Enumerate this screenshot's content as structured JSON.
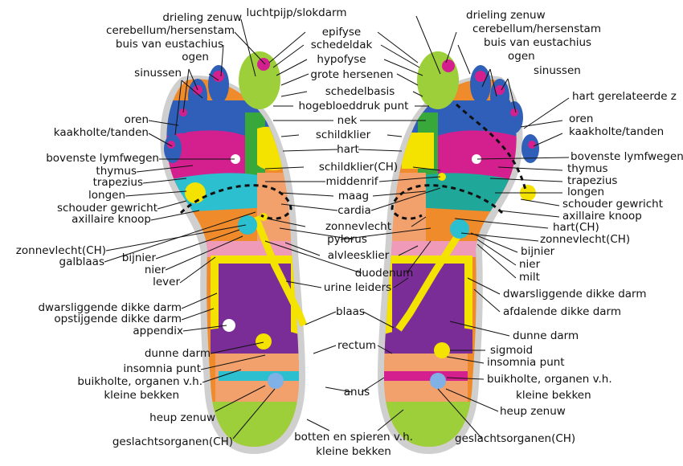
{
  "colors": {
    "background": "#ffffff",
    "purple": "#7a2d96",
    "magenta": "#d4208e",
    "blue": "#2f5fb8",
    "cyan": "#2bbfd0",
    "teal": "#1fa79a",
    "green": "#38a83a",
    "lime": "#9ccf3a",
    "yellow": "#f4e200",
    "orange": "#ef8b2a",
    "salmon": "#f2a06c",
    "pink": "#ee9ab8",
    "grey": "#bcbcbc"
  },
  "labels": [
    {
      "id": "luchtpijp",
      "text": "luchtpijp/slokdarm"
    },
    {
      "id": "drieling-l",
      "text": "drieling zenuw"
    },
    {
      "id": "cerebellum-l",
      "text": "cerebellum/hersenstam"
    },
    {
      "id": "eustachius-l",
      "text": "buis van eustachius"
    },
    {
      "id": "ogen-l",
      "text": "ogen"
    },
    {
      "id": "sinussen-l",
      "text": "sinussen"
    },
    {
      "id": "oren-l",
      "text": "oren"
    },
    {
      "id": "kaakholte-l",
      "text": "kaakholte/tanden"
    },
    {
      "id": "lymf-l",
      "text": "bovenste lymfwegen"
    },
    {
      "id": "thymus-l",
      "text": "thymus"
    },
    {
      "id": "trapezius-l",
      "text": "trapezius"
    },
    {
      "id": "longen-l",
      "text": "longen"
    },
    {
      "id": "schouder-l",
      "text": "schouder gewricht"
    },
    {
      "id": "axillaire-l",
      "text": "axillaire knoop"
    },
    {
      "id": "zonnevlecht-ch-l",
      "text": "zonnevlecht(CH)"
    },
    {
      "id": "galblaas",
      "text": "galblaas"
    },
    {
      "id": "bijnier-l",
      "text": "bijnier"
    },
    {
      "id": "nier-l",
      "text": "nier"
    },
    {
      "id": "lever",
      "text": "lever"
    },
    {
      "id": "dwars-l",
      "text": "dwarsliggende dikke darm"
    },
    {
      "id": "opstijgende",
      "text": "opstijgende dikke darm"
    },
    {
      "id": "appendix",
      "text": "appendix"
    },
    {
      "id": "dunne-darm-l",
      "text": "dunne darm"
    },
    {
      "id": "insomnia-l",
      "text": "insomnia punt"
    },
    {
      "id": "buikholte-l",
      "text": "buikholte, organen v.h."
    },
    {
      "id": "kleine-bekken-l",
      "text": "kleine bekken"
    },
    {
      "id": "heup-l",
      "text": "heup zenuw"
    },
    {
      "id": "geslacht-l",
      "text": "geslachtsorganen(CH)"
    },
    {
      "id": "epifyse",
      "text": "epifyse"
    },
    {
      "id": "schedeldak",
      "text": "schedeldak"
    },
    {
      "id": "hypofyse",
      "text": "hypofyse"
    },
    {
      "id": "grote-hersenen",
      "text": "grote hersenen"
    },
    {
      "id": "schedelbasis",
      "text": "schedelbasis"
    },
    {
      "id": "hogebloeddruk",
      "text": "hogebloeddruk punt"
    },
    {
      "id": "nek",
      "text": "nek"
    },
    {
      "id": "schildklier",
      "text": "schildklier"
    },
    {
      "id": "hart-c",
      "text": "hart"
    },
    {
      "id": "schildklier-ch",
      "text": "schildklier(CH)"
    },
    {
      "id": "middenrif",
      "text": "middenrif"
    },
    {
      "id": "maag",
      "text": "maag"
    },
    {
      "id": "cardia",
      "text": "cardia"
    },
    {
      "id": "zonnevlecht-c",
      "text": "zonnevlecht"
    },
    {
      "id": "pylorus",
      "text": "pylorus"
    },
    {
      "id": "alvleesklier",
      "text": "alvleesklier"
    },
    {
      "id": "duodenum",
      "text": "duodenum"
    },
    {
      "id": "urine-leiders",
      "text": "urine leiders"
    },
    {
      "id": "blaas",
      "text": "blaas"
    },
    {
      "id": "rectum",
      "text": "rectum"
    },
    {
      "id": "anus",
      "text": "anus"
    },
    {
      "id": "botten-1",
      "text": "botten en spieren v.h."
    },
    {
      "id": "botten-2",
      "text": "kleine bekken"
    },
    {
      "id": "drieling-r",
      "text": "drieling zenuw"
    },
    {
      "id": "cerebellum-r",
      "text": "cerebellum/hersenstam"
    },
    {
      "id": "eustachius-r",
      "text": "buis van eustachius"
    },
    {
      "id": "ogen-r",
      "text": "ogen"
    },
    {
      "id": "sinussen-r",
      "text": "sinussen"
    },
    {
      "id": "hart-gerelateerde",
      "text": "hart gerelateerde z"
    },
    {
      "id": "oren-r",
      "text": "oren"
    },
    {
      "id": "kaakholte-r",
      "text": "kaakholte/tanden"
    },
    {
      "id": "lymf-r",
      "text": "bovenste lymfwegen"
    },
    {
      "id": "thymus-r",
      "text": "thymus"
    },
    {
      "id": "trapezius-r",
      "text": "trapezius"
    },
    {
      "id": "longen-r",
      "text": "longen"
    },
    {
      "id": "schouder-r",
      "text": "schouder gewricht"
    },
    {
      "id": "axillaire-r",
      "text": "axillaire knoop"
    },
    {
      "id": "hart-ch",
      "text": "hart(CH)"
    },
    {
      "id": "zonnevlecht-ch-r",
      "text": "zonnevlecht(CH)"
    },
    {
      "id": "bijnier-r",
      "text": "bijnier"
    },
    {
      "id": "nier-r",
      "text": "nier"
    },
    {
      "id": "milt",
      "text": "milt"
    },
    {
      "id": "dwars-r",
      "text": "dwarsliggende dikke darm"
    },
    {
      "id": "afdalende",
      "text": "afdalende dikke darm"
    },
    {
      "id": "dunne-darm-r",
      "text": "dunne darm"
    },
    {
      "id": "sigmoid",
      "text": "sigmoid"
    },
    {
      "id": "insomnia-r",
      "text": "insomnia punt"
    },
    {
      "id": "buikholte-r",
      "text": "buikholte, organen v.h."
    },
    {
      "id": "kleine-bekken-r",
      "text": "kleine bekken"
    },
    {
      "id": "heup-r",
      "text": "heup zenuw"
    },
    {
      "id": "geslacht-r",
      "text": "geslachtsorganen(CH)"
    }
  ]
}
